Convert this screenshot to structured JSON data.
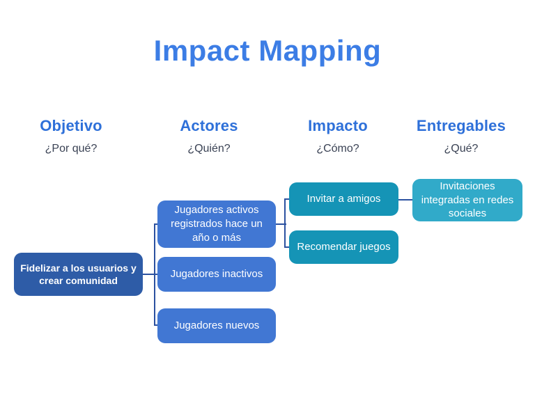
{
  "title": "Impact Mapping",
  "columns": [
    {
      "label": "Objetivo",
      "question": "¿Por qué?"
    },
    {
      "label": "Actores",
      "question": "¿Quién?"
    },
    {
      "label": "Impacto",
      "question": "¿Cómo?"
    },
    {
      "label": "Entregables",
      "question": "¿Qué?"
    }
  ],
  "nodes": {
    "objetivo": "Fidelizar a los usuarios y crear comunidad",
    "actor_1": "Jugadores activos registrados hace un año o más",
    "actor_2": "Jugadores inactivos",
    "actor_3": "Jugadores nuevos",
    "impacto_1": "Invitar a amigos",
    "impacto_2": "Recomendar juegos",
    "entregable_1": "Invitaciones integradas en redes sociales"
  },
  "colors": {
    "background": "#ffffff",
    "title_text": "#3c7de5",
    "header_text": "#2e70d9",
    "question_text": "#3a4254",
    "objetivo_box": "#2e5ca7",
    "actores_box": "#4177d3",
    "impacto_box": "#1594b6",
    "entregables_box": "#31aac9",
    "box_text": "#ffffff",
    "connector": "#2b51a0"
  }
}
